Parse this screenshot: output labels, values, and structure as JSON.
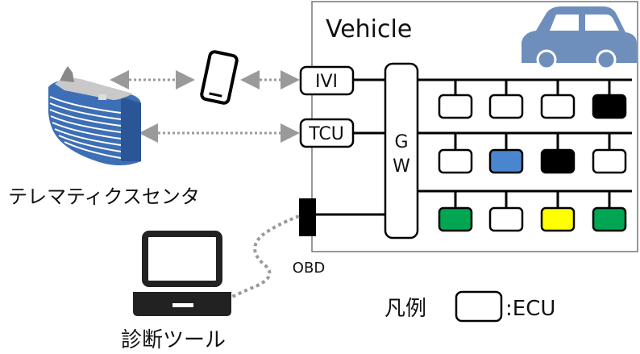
{
  "vehicle": {
    "title": "Vehicle"
  },
  "gateway": {
    "line1": "G",
    "line2": "W"
  },
  "ports": {
    "ivi": "IVI",
    "tcu": "TCU",
    "obd": "OBD"
  },
  "external": {
    "telematics_center": "テレマティクスセンタ",
    "diagnostic_tool": "診断ツール"
  },
  "legend": {
    "title": "凡例",
    "ecu_label": ":ECU"
  },
  "colors": {
    "car": "#6E8FBC",
    "building": "#3D6FB6",
    "blue_ecu": "#4A86D0",
    "black_ecu": "#000000",
    "green_ecu": "#00A651",
    "yellow_ecu": "#FFFF00",
    "white_ecu": "#FFFFFF"
  },
  "ecu_rows": [
    [
      "white",
      "white",
      "white",
      "black"
    ],
    [
      "white",
      "blue",
      "black",
      "white"
    ],
    [
      "green",
      "white",
      "yellow",
      "green"
    ]
  ]
}
